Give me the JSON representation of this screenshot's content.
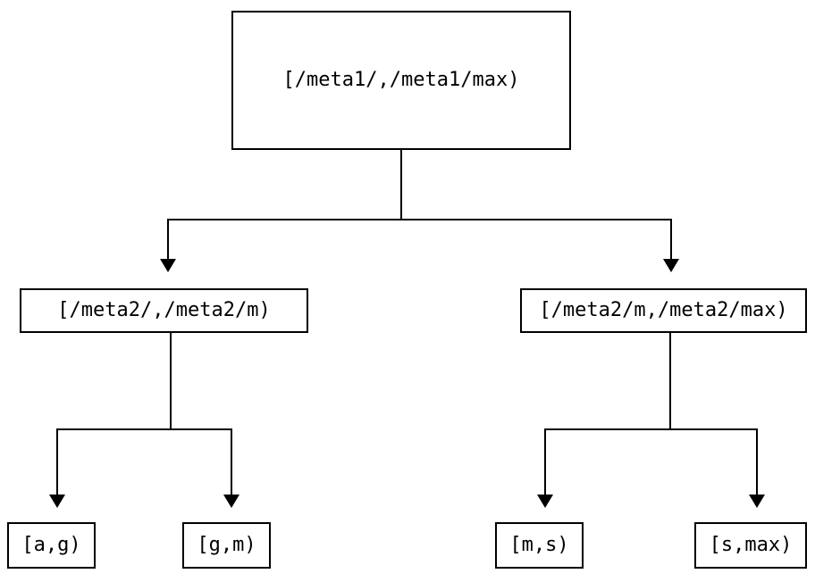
{
  "diagram": {
    "title": "interval-partition-tree",
    "type": "tree",
    "background_color": "#ffffff",
    "line_color": "#000000",
    "text_color": "#000000",
    "levels": [
      {
        "level": 1,
        "nodes": [
          {
            "id": "root",
            "label": "[/meta1/,/meta1/max)"
          }
        ]
      },
      {
        "level": 2,
        "nodes": [
          {
            "id": "meta2-left",
            "label": "[/meta2/,/meta2/m)"
          },
          {
            "id": "meta2-right",
            "label": "[/meta2/m,/meta2/max)"
          }
        ]
      },
      {
        "level": 3,
        "nodes": [
          {
            "id": "leaf-ag",
            "label": "[a,g)"
          },
          {
            "id": "leaf-gm",
            "label": "[g,m)"
          },
          {
            "id": "leaf-ms",
            "label": "[m,s)"
          },
          {
            "id": "leaf-smax",
            "label": "[s,max)"
          }
        ]
      }
    ],
    "edges": [
      {
        "from": "root",
        "to": "meta2-left",
        "arrow": "down"
      },
      {
        "from": "root",
        "to": "meta2-right",
        "arrow": "down"
      },
      {
        "from": "meta2-left",
        "to": "leaf-ag",
        "arrow": "down"
      },
      {
        "from": "meta2-left",
        "to": "leaf-gm",
        "arrow": "down"
      },
      {
        "from": "meta2-right",
        "to": "leaf-ms",
        "arrow": "down"
      },
      {
        "from": "meta2-right",
        "to": "leaf-smax",
        "arrow": "down"
      }
    ]
  }
}
